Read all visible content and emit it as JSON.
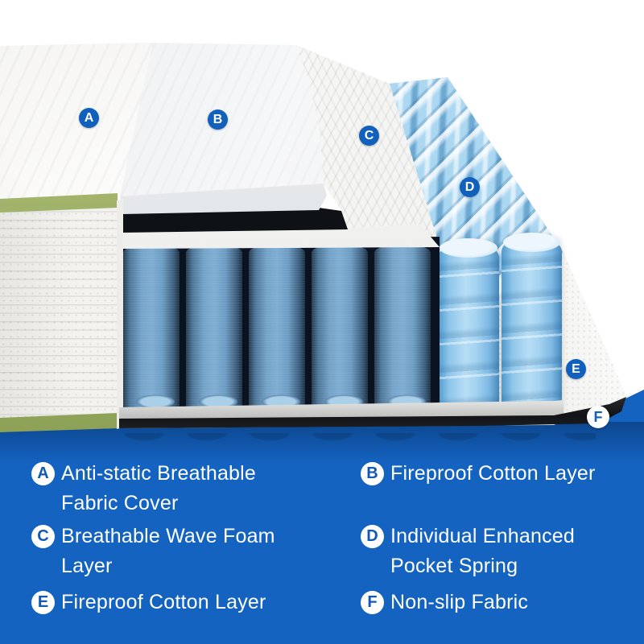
{
  "illustration": {
    "markers": [
      {
        "letter": "A"
      },
      {
        "letter": "B"
      },
      {
        "letter": "C"
      },
      {
        "letter": "D"
      },
      {
        "letter": "E"
      },
      {
        "letter": "F"
      }
    ],
    "layers": {
      "fabric_cover": "quilted white cover with green trim",
      "pocket_springs": "light blue pocket spring array",
      "wave_foam": "white wave foam layer"
    }
  },
  "legend": {
    "items": [
      {
        "letter": "A",
        "text": "Anti-static Breathable Fabric Cover"
      },
      {
        "letter": "B",
        "text": "Fireproof Cotton Layer"
      },
      {
        "letter": "C",
        "text": "Breathable Wave Foam Layer"
      },
      {
        "letter": "D",
        "text": "Individual Enhanced Pocket Spring"
      },
      {
        "letter": "E",
        "text": "Fireproof Cotton Layer"
      },
      {
        "letter": "F",
        "text": "Non-slip Fabric"
      }
    ]
  },
  "colors": {
    "panel_background": "#1463c1",
    "badge_blue": "#1160bb",
    "badge_text_on_blue": "#ffffff",
    "legend_badge_background": "#ffffff",
    "spring_light_blue": "#8ec6ea",
    "spring_steel_blue": "#74a3c9",
    "foam_white": "#f3f3f1",
    "trim_green": "#9aad6a",
    "non_slip_dark": "#17181a",
    "legend_text": "#ffffff"
  }
}
